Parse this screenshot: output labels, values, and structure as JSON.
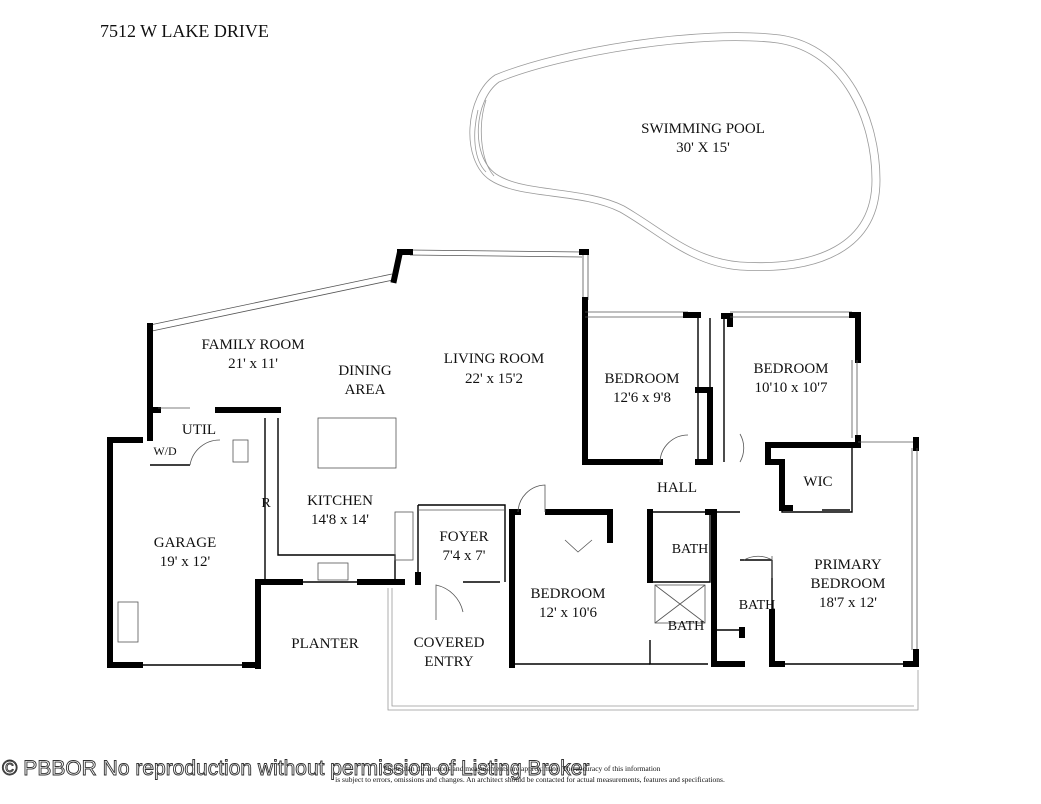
{
  "title": "7512 W LAKE DRIVE",
  "rooms": {
    "pool": {
      "name": "SWIMMING POOL",
      "dims": "30' X 15'"
    },
    "family": {
      "name": "FAMILY ROOM",
      "dims": "21' x 11'"
    },
    "dining": {
      "line1": "DINING",
      "line2": "AREA"
    },
    "living": {
      "name": "LIVING ROOM",
      "dims": "22' x 15'2"
    },
    "bedroom1": {
      "name": "BEDROOM",
      "dims": "12'6 x 9'8"
    },
    "bedroom2": {
      "name": "BEDROOM",
      "dims": "10'10 x 10'7"
    },
    "util": {
      "name": "UTIL"
    },
    "wd": {
      "name": "W/D"
    },
    "fridge": {
      "name": "R"
    },
    "kitchen": {
      "name": "KITCHEN",
      "dims": "14'8 x 14'"
    },
    "garage": {
      "name": "GARAGE",
      "dims": "19' x 12'"
    },
    "foyer": {
      "name": "FOYER",
      "dims": "7'4 x 7'"
    },
    "hall": {
      "name": "HALL"
    },
    "wic": {
      "name": "WIC"
    },
    "bath_upper": {
      "name": "BATH"
    },
    "bath_lower": {
      "name": "BATH"
    },
    "bath_primary": {
      "name": "BATH"
    },
    "primary": {
      "line1": "PRIMARY",
      "line2": "BEDROOM",
      "dims": "18'7 x 12'"
    },
    "bedroom3": {
      "name": "BEDROOM",
      "dims": "12' x 10'6"
    },
    "planter": {
      "name": "PLANTER"
    },
    "entry": {
      "line1": "COVERED",
      "line2": "ENTRY"
    }
  },
  "disclaimer": {
    "line1": "Floor plan dimensions and measurements are approximate. The accuracy of this information",
    "line2": "is subject to errors, omissions and changes. An architect should be contacted for actual measurements, features and specifications."
  },
  "watermark": "© PBBOR No reproduction without permission of Listing Broker"
}
